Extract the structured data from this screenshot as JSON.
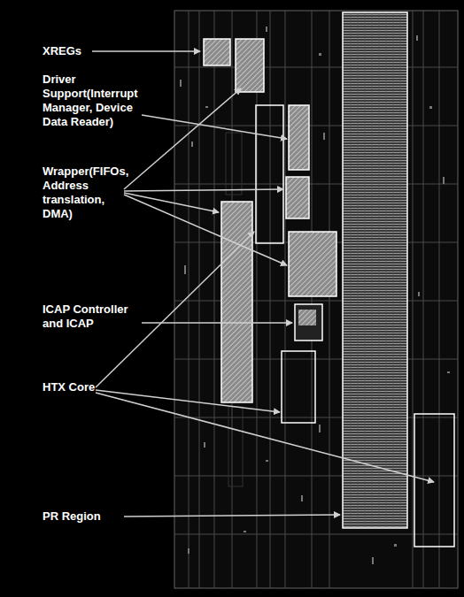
{
  "diagram": {
    "labels": [
      "XREGs",
      "Driver Support(Interrupt Manager, Device Data Reader)",
      "Wrapper(FIFOs, Address translation, DMA)",
      "ICAP Controller and ICAP",
      "HTX Core",
      "PR Region"
    ]
  }
}
